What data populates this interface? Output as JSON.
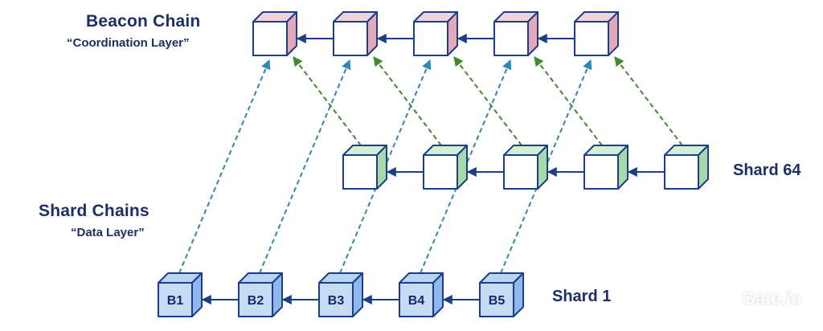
{
  "labels": {
    "beacon_title": "Beacon Chain",
    "beacon_subtitle": "“Coordination Layer”",
    "shard_title": "Shard Chains",
    "shard_subtitle": "“Data Layer”",
    "shard_top": "Shard 64",
    "shard_bottom": "Shard 1"
  },
  "blocks": {
    "shard_1": [
      "B1",
      "B2",
      "B3",
      "B4",
      "B5"
    ]
  },
  "logo": {
    "text": "Gate.io",
    "icon": "gate-logo-icon"
  },
  "colors": {
    "border": "#1a3d8c",
    "beacon_side": "#e3a9b7",
    "beacon_top": "#f3d3db",
    "shard64_side": "#a6dba9",
    "shard64_top": "#d3efd3",
    "shard1_front": "#c6dcf5",
    "shard1_side": "#8fb9ec",
    "shard1_top": "#b8d3f3",
    "chain_arrow": "#1a3d8c",
    "blue_dashed": "#2f86b8",
    "green_dashed": "#3f8a2e",
    "text": "#1c2f6b"
  }
}
